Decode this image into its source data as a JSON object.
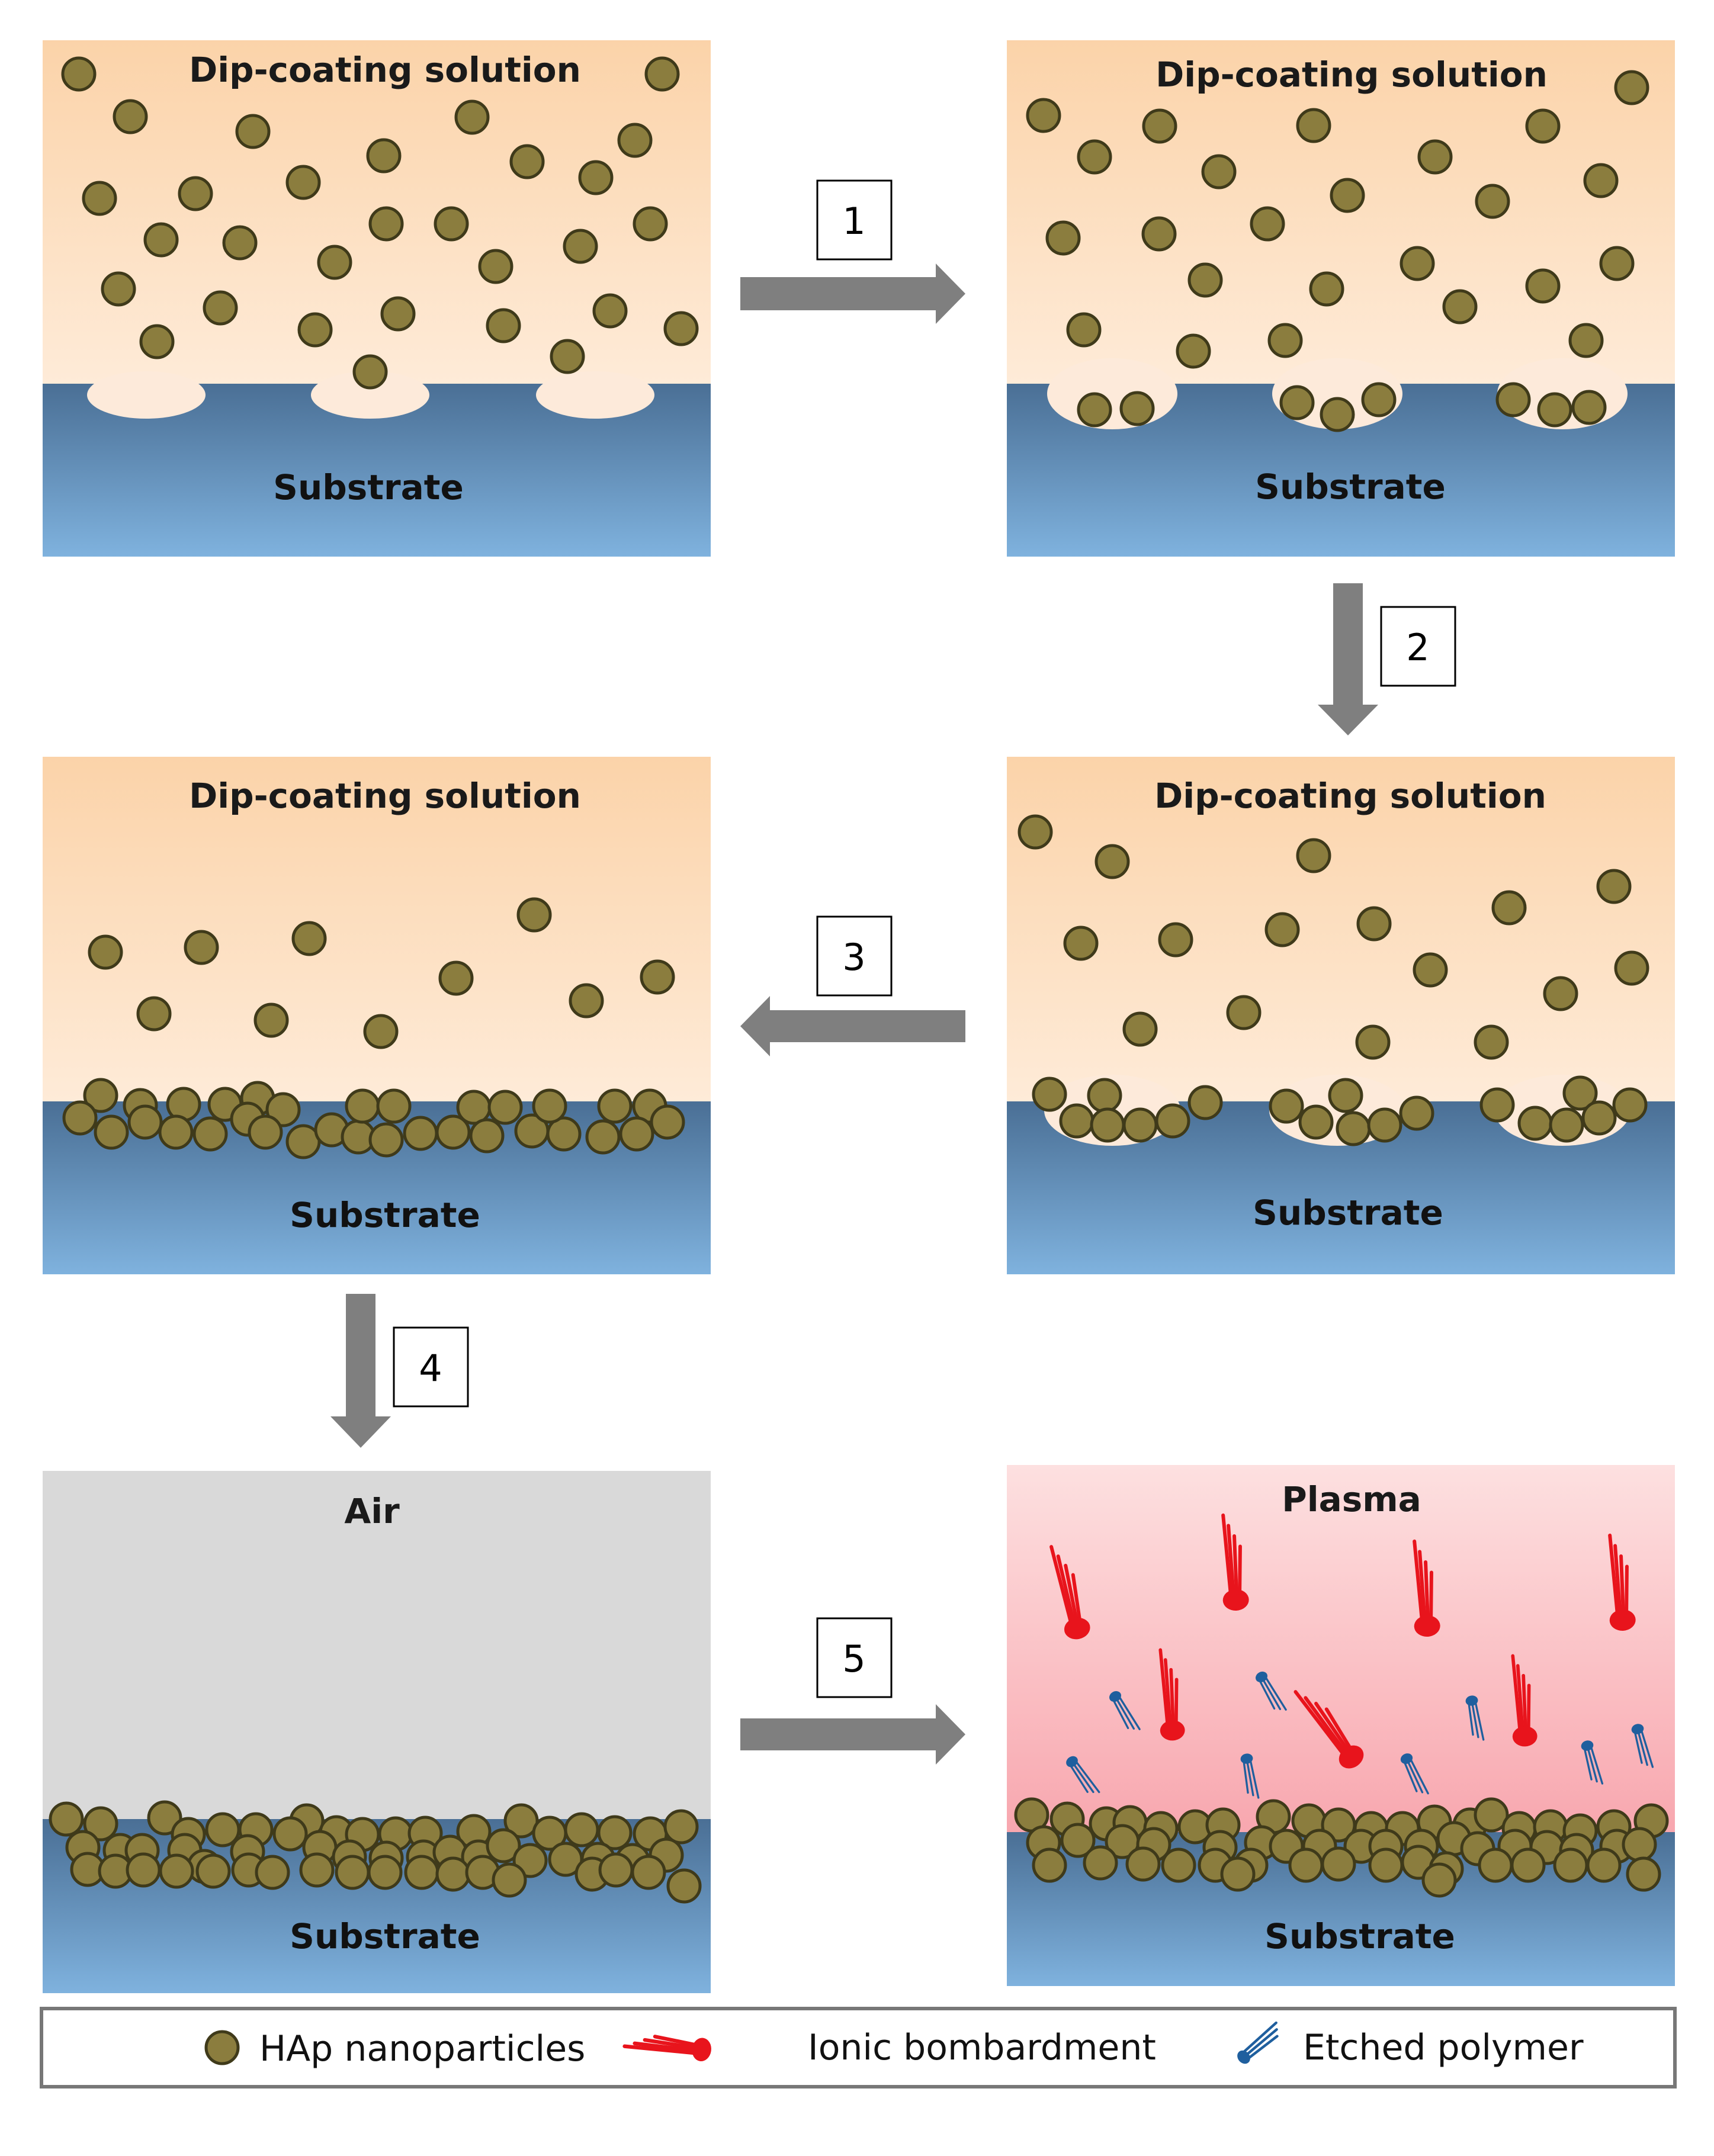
{
  "panels": {
    "p1": {
      "top_label": "Dip-coating solution",
      "bottom_label": "Substrate"
    },
    "p2": {
      "top_label": "Dip-coating solution",
      "bottom_label": "Substrate"
    },
    "p3": {
      "top_label": "Dip-coating solution",
      "bottom_label": "Substrate"
    },
    "p4": {
      "top_label": "Dip-coating solution",
      "bottom_label": "Substrate"
    },
    "p5": {
      "top_label": "Air",
      "bottom_label": "Substrate"
    },
    "p6": {
      "top_label": "Plasma",
      "bottom_label": "Substrate"
    }
  },
  "steps": [
    "1",
    "2",
    "3",
    "4",
    "5"
  ],
  "legend": {
    "nanoparticles": "HAp nanoparticles",
    "bombardment": "Ionic bombardment",
    "etched": "Etched polymer"
  },
  "colors": {
    "particle_fill": "#8B7D3E",
    "particle_stroke": "#3F3A1A",
    "solution_top": "#FBD3A9",
    "solution_bottom": "#FEEBD8",
    "substrate_top": "#4A6F95",
    "substrate_bottom": "#7FB2DE",
    "air": "#D9D9D9",
    "plasma_top": "#FDE0E0",
    "plasma_bottom": "#F8A7AF",
    "arrow": "#7F7F7F",
    "ion": "#E8141C",
    "polymer": "#1F5F9E"
  }
}
